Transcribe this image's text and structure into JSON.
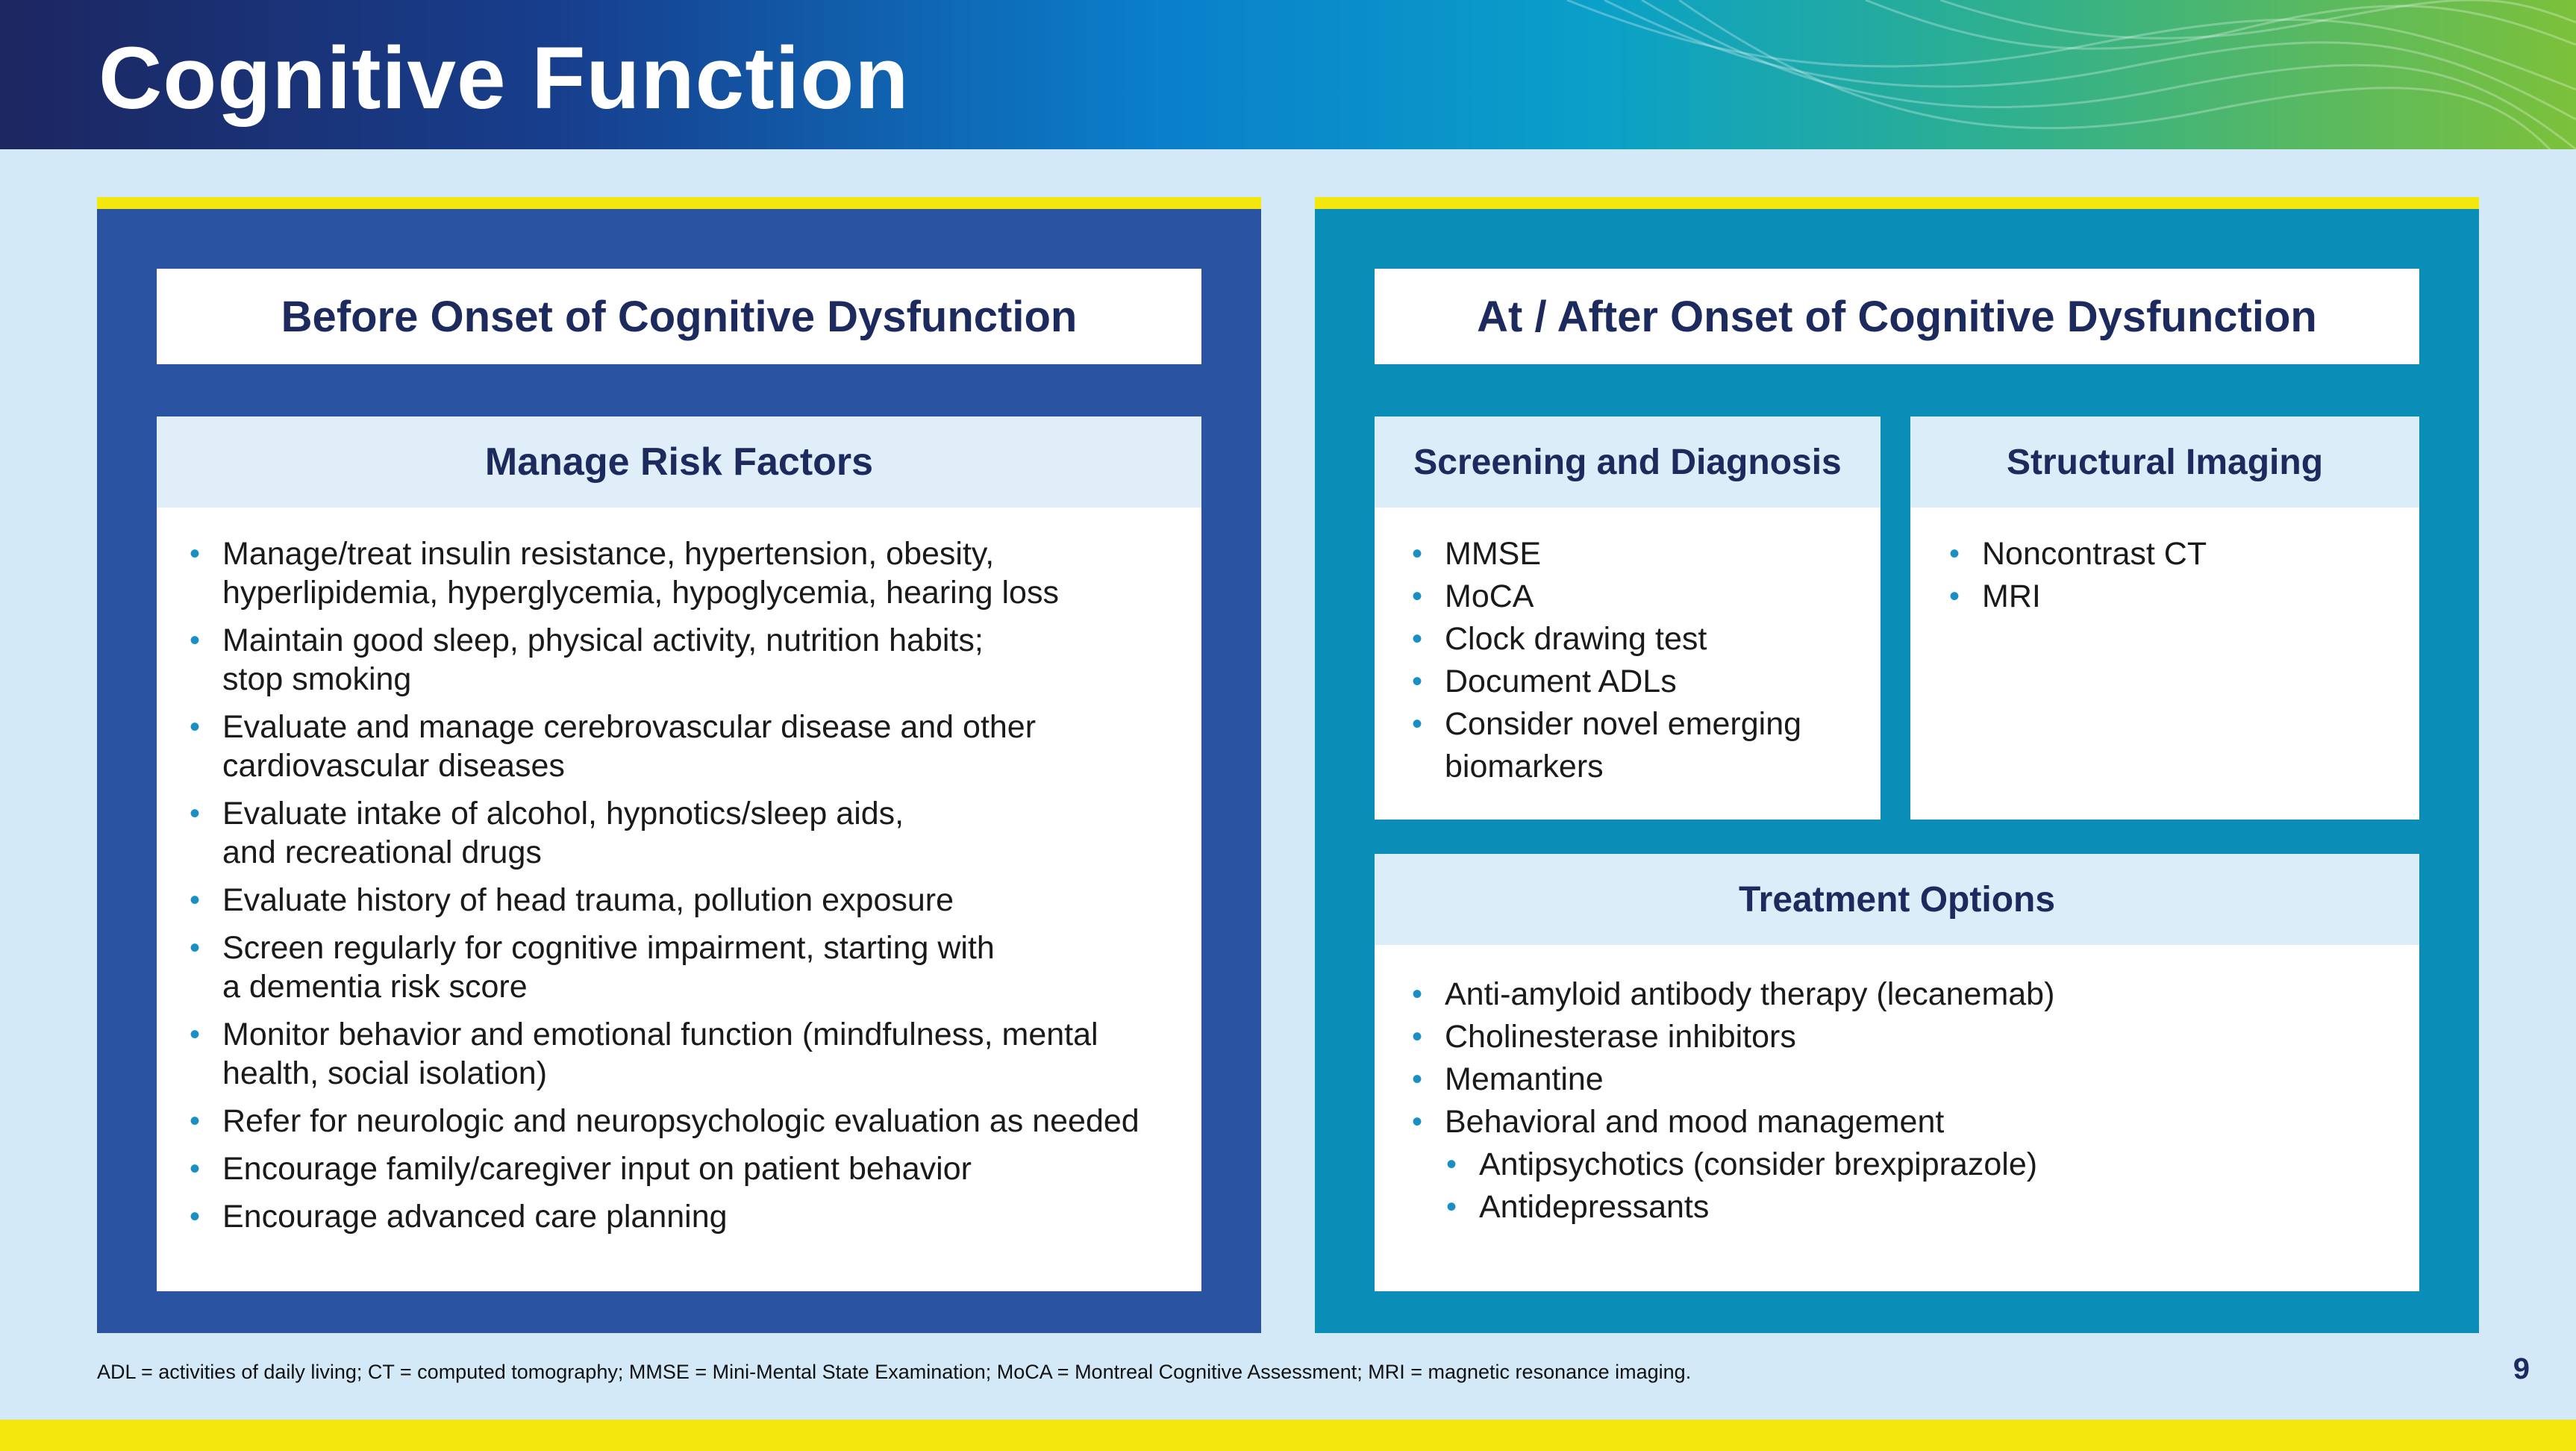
{
  "slide": {
    "title": "Cognitive Function",
    "page_number": "9",
    "footnote": "ADL = activities of daily living; CT = computed tomography; MMSE = Mini-Mental State Examination; MoCA = Montreal Cognitive Assessment; MRI = magnetic resonance imaging."
  },
  "left_panel": {
    "heading": "Before Onset of Cognitive Dysfunction",
    "card_title": "Manage Risk Factors",
    "items": [
      {
        "line1": "Manage/treat insulin resistance, hypertension, obesity,",
        "line2": "hyperlipidemia, hyperglycemia, hypoglycemia, hearing loss"
      },
      {
        "line1": "Maintain good sleep, physical activity, nutrition habits;",
        "line2": "stop smoking"
      },
      {
        "line1": "Evaluate and manage cerebrovascular disease and other",
        "line2": "cardiovascular diseases"
      },
      {
        "line1": "Evaluate intake of alcohol, hypnotics/sleep aids,",
        "line2": "and recreational drugs"
      },
      {
        "line1": "Evaluate history of head trauma, pollution exposure"
      },
      {
        "line1": "Screen regularly for cognitive impairment, starting with",
        "line2": "a dementia risk score"
      },
      {
        "line1": "Monitor behavior and emotional function (mindfulness, mental",
        "line2": "health, social isolation)"
      },
      {
        "line1": "Refer for neurologic and neuropsychologic evaluation as needed"
      },
      {
        "line1": "Encourage family/caregiver input on patient behavior"
      },
      {
        "line1": "Encourage advanced care planning"
      }
    ]
  },
  "right_panel": {
    "heading": "At / After Onset of Cognitive Dysfunction",
    "screening": {
      "title": "Screening and Diagnosis",
      "items": [
        "MMSE",
        "MoCA",
        "Clock drawing test",
        "Document ADLs",
        "Consider novel emerging",
        "biomarkers"
      ]
    },
    "imaging": {
      "title": "Structural Imaging",
      "items": [
        "Noncontrast CT",
        "MRI"
      ]
    },
    "treatment": {
      "title": "Treatment Options",
      "items": [
        "Anti-amyloid antibody therapy (lecanemab)",
        "Cholinesterase inhibitors",
        "Memantine",
        "Behavioral and mood management"
      ],
      "subitems": [
        "Antipsychotics (consider brexpiprazole)",
        "Antidepressants"
      ]
    }
  },
  "colors": {
    "left_panel": "#2a53a2",
    "right_panel": "#0a8db7",
    "accent_yellow": "#f4e70e",
    "heading_text": "#1d2a5e",
    "bullet": "#1b8fc4"
  }
}
